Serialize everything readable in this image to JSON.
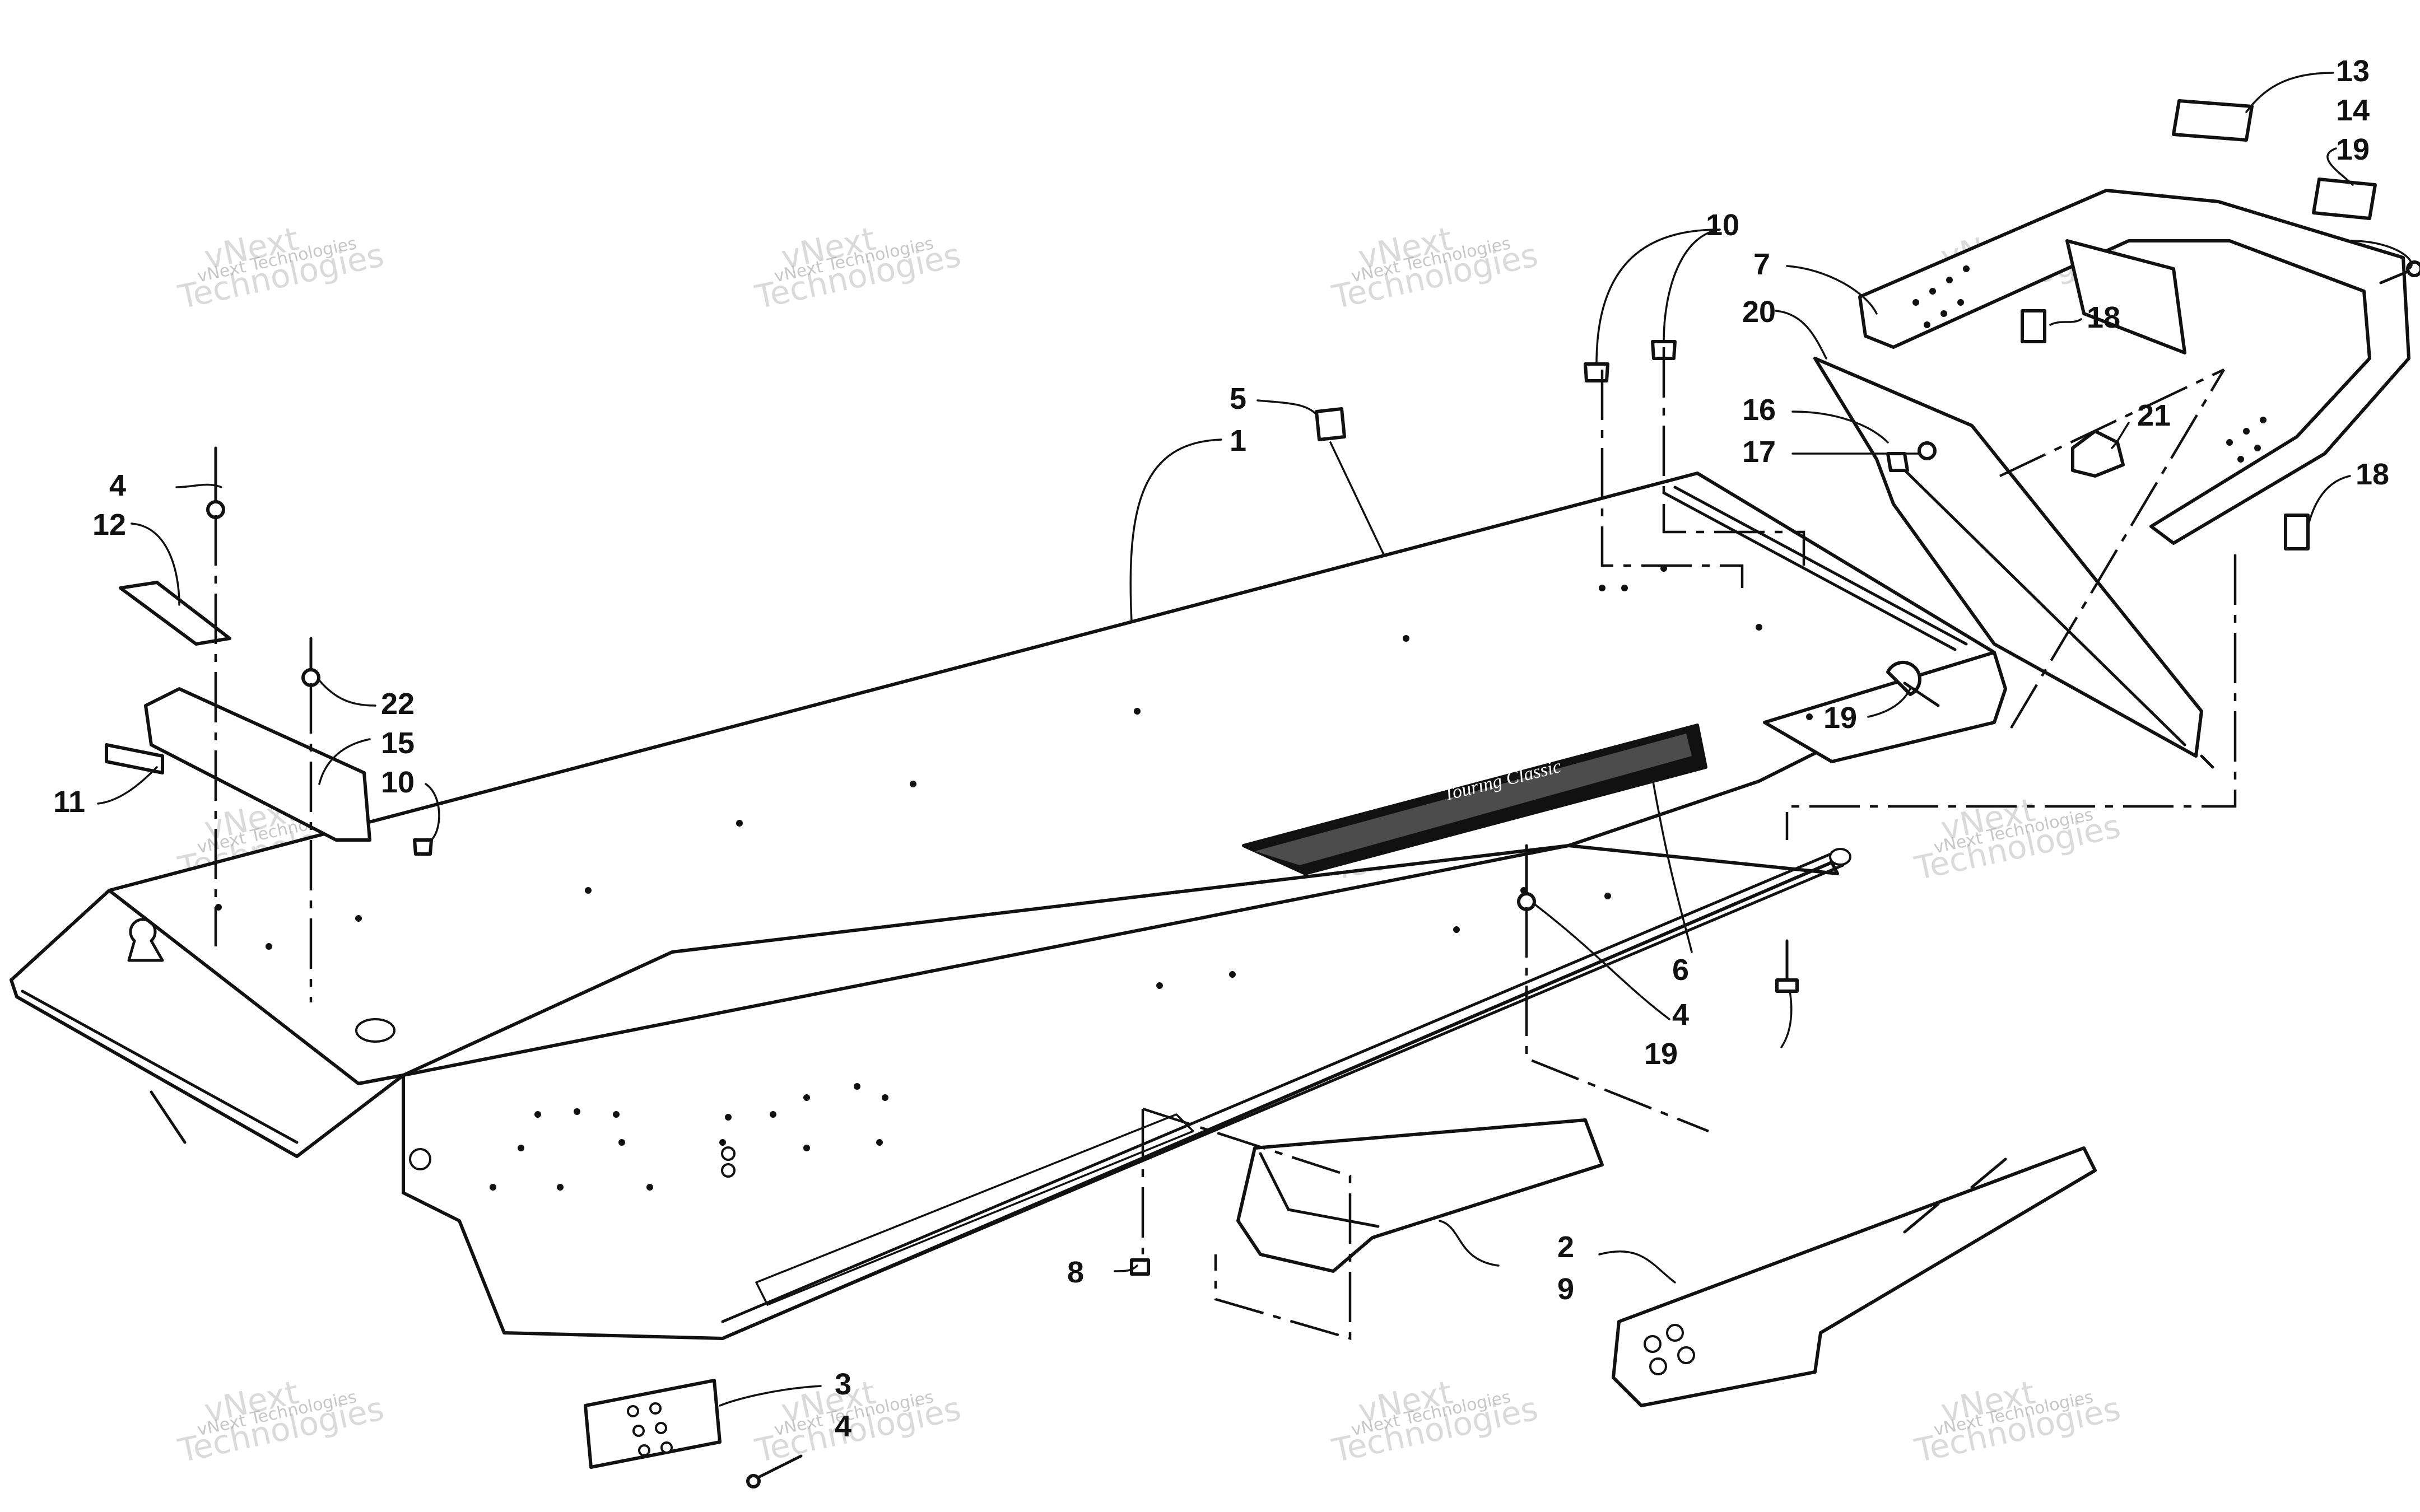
{
  "diagram": {
    "callouts": [
      "1",
      "2",
      "3",
      "4",
      "5",
      "6",
      "7",
      "8",
      "9",
      "10",
      "11",
      "12",
      "13",
      "14",
      "15",
      "16",
      "17",
      "18",
      "19",
      "20",
      "21",
      "22"
    ],
    "callout_labels": {
      "c1": "1",
      "c2": "2",
      "c3": "3",
      "c4a": "4",
      "c4b": "4",
      "c4c": "4",
      "c5": "5",
      "c6": "6",
      "c7": "7",
      "c8": "8",
      "c9": "9",
      "c10a": "10",
      "c10b": "10",
      "c11": "11",
      "c12": "12",
      "c13": "13",
      "c14": "14",
      "c15": "15",
      "c16": "16",
      "c17": "17",
      "c18a": "18",
      "c18b": "18",
      "c19a": "19",
      "c19b": "19",
      "c19c": "19",
      "c20": "20",
      "c21": "21",
      "c22": "22"
    },
    "decal_text": "Touring Classic"
  },
  "watermark": {
    "small": "vNext Technologies",
    "line1": "vNext",
    "line2": "Technologies"
  }
}
